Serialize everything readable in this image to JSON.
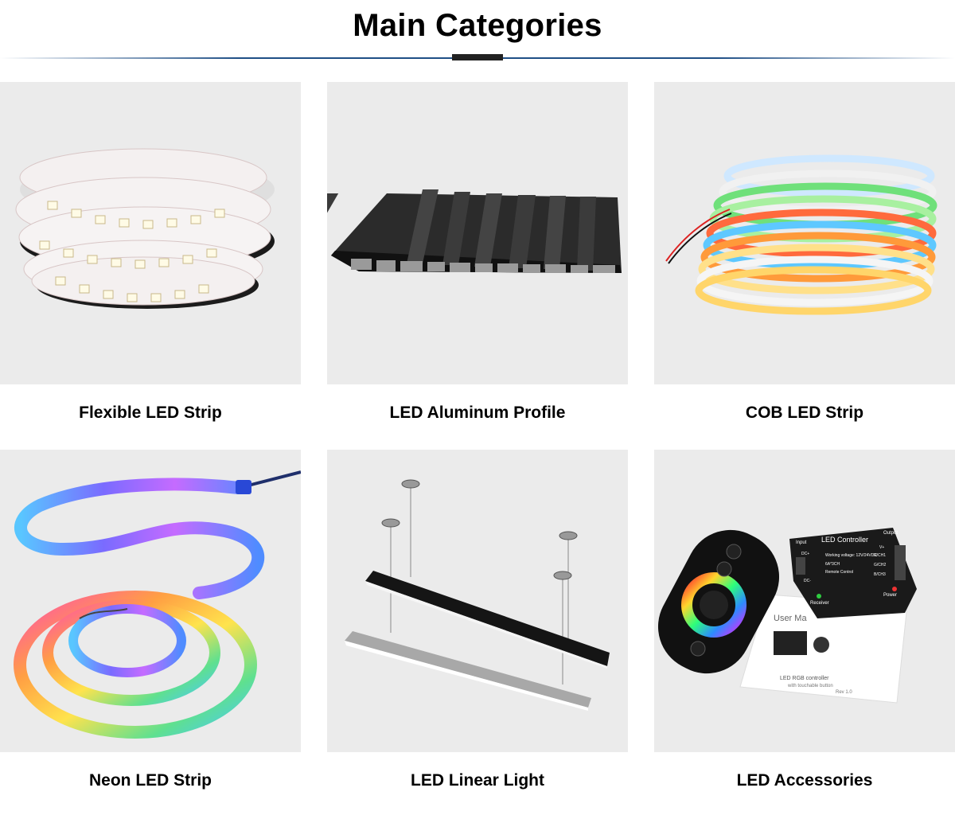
{
  "header": {
    "title": "Main Categories"
  },
  "categories": [
    {
      "label": "Flexible LED Strip"
    },
    {
      "label": "LED Aluminum Profile"
    },
    {
      "label": "COB LED Strip"
    },
    {
      "label": "Neon LED Strip"
    },
    {
      "label": "LED Linear Light"
    },
    {
      "label": "LED Accessories"
    }
  ],
  "accessories": {
    "controller_title": "LED Controller",
    "input": "Input",
    "output": "Output",
    "dc_plus": "DC+",
    "dc_minus": "DC-",
    "spec_1": "Working voltage: 12V/24VDC",
    "spec_2": "6A*3CH",
    "spec_3": "Remote Control",
    "v_plus": "V+",
    "r_ch1": "R/CH1",
    "g_ch2": "G/CH2",
    "b_ch3": "B/CH3",
    "receiver": "Receiver",
    "power": "Power",
    "manual_title": "User Ma",
    "manual_sub": "LED RGB controller",
    "manual_sub2": "with touchable button",
    "manual_rev": "Rev 1.0"
  }
}
